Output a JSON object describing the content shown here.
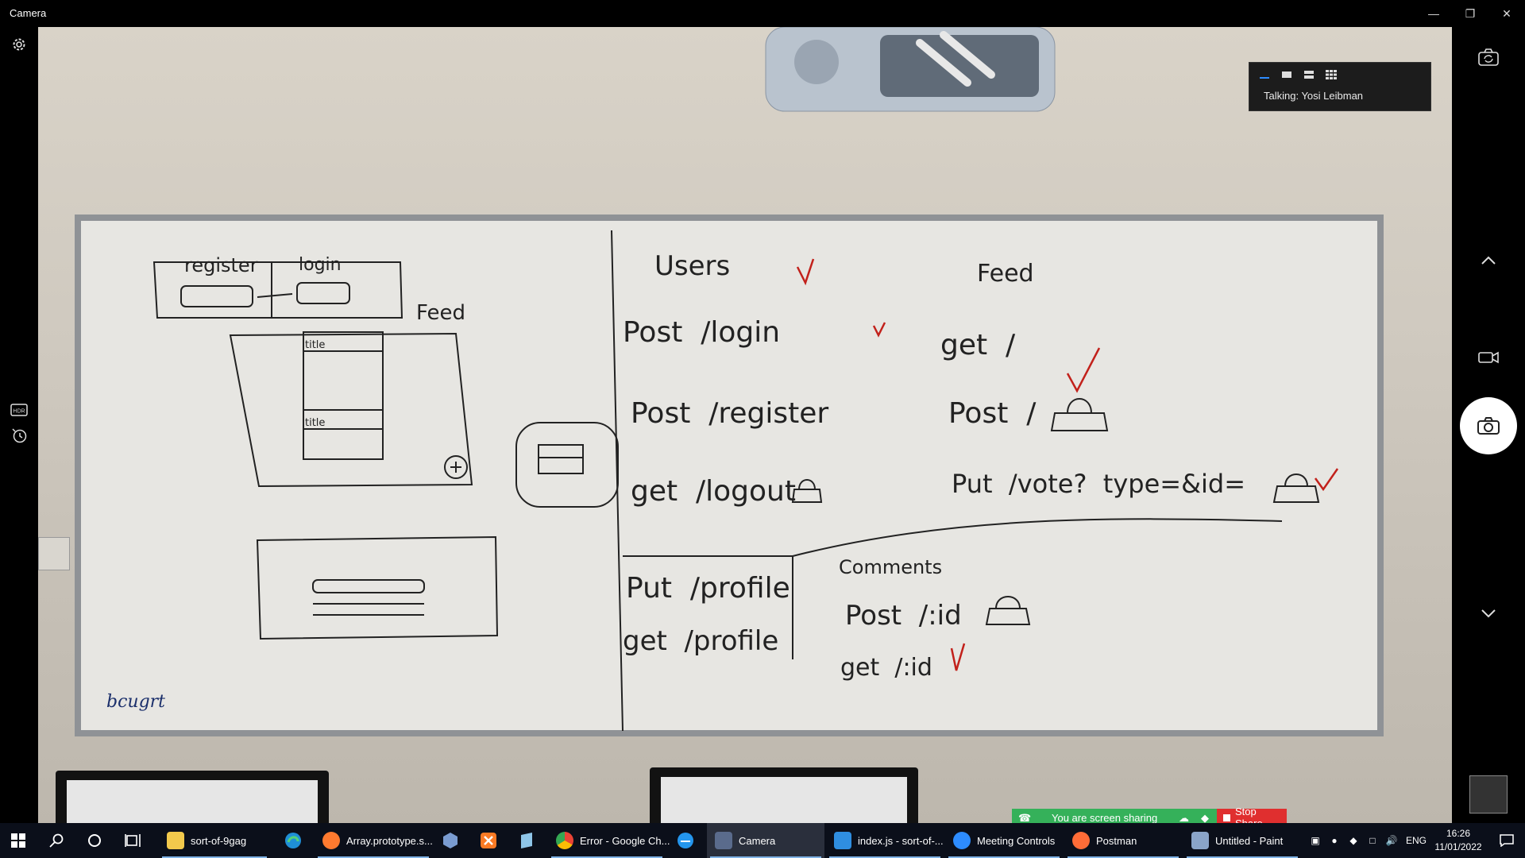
{
  "window": {
    "title": "Camera"
  },
  "overlay": {
    "talking": "Talking: Yosi Leibman"
  },
  "board": {
    "left": {
      "register": "register",
      "login": "login",
      "feed": "Feed",
      "title1": "title",
      "title2": "title",
      "signature": "bcugrt"
    },
    "right": {
      "users_header": "Users",
      "feed_header": "Feed",
      "comments_header": "Comments",
      "users_routes": [
        "Post  /login",
        "Post  /register",
        "get  /logout",
        "Put  /profile",
        "get  /profile"
      ],
      "feed_routes": [
        "get  /",
        "Post  /",
        "Put  /vote?  type=&id="
      ],
      "comment_routes": [
        "Post  /:id",
        "get  /:id"
      ]
    }
  },
  "share": {
    "sharing_label": "You are screen sharing",
    "stop_label": "Stop Share"
  },
  "taskbar": {
    "apps": [
      {
        "label": "sort-of-9gag",
        "color": "#f2c94c"
      },
      {
        "label": "Array.prototype.s...",
        "color": "#ff7a2f"
      },
      {
        "label": "Error - Google Ch...",
        "color": "#4c8bf5"
      },
      {
        "label": "Camera",
        "color": "#5a6b8c"
      },
      {
        "label": "index.js - sort-of-...",
        "color": "#2f8ee0"
      },
      {
        "label": "Meeting Controls",
        "color": "#2d8cff"
      },
      {
        "label": "Postman",
        "color": "#ff6c37"
      },
      {
        "label": "Untitled - Paint",
        "color": "#8aa4c8"
      }
    ],
    "language": "ENG",
    "time": "16:26",
    "date": "11/01/2022"
  }
}
